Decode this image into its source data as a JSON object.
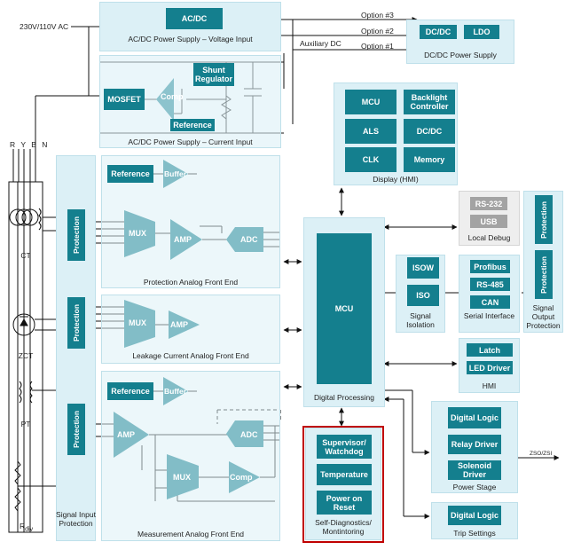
{
  "input": {
    "ac_label": "230V/110V AC"
  },
  "acdc_voltage": {
    "block": "AC/DC",
    "caption": "AC/DC Power Supply – Voltage Input"
  },
  "acdc_current": {
    "mosfet": "MOSFET",
    "comp": "Comp",
    "shunt": "Shunt Regulator",
    "reference": "Reference",
    "caption": "AC/DC Power Supply – Current Input"
  },
  "options": {
    "opt3": "Option #3",
    "opt2": "Option #2",
    "opt1": "Option #1",
    "aux": "Auxiliary DC"
  },
  "dcdc": {
    "dcdc": "DC/DC",
    "ldo": "LDO",
    "caption": "DC/DC Power Supply"
  },
  "display": {
    "mcu": "MCU",
    "backlight": "Backlight Controller",
    "als": "ALS",
    "dcdc": "DC/DC",
    "clk": "CLK",
    "memory": "Memory",
    "caption": "Display (HMI)"
  },
  "sensors": {
    "phases": "R Y B N",
    "ct": "CT",
    "zct": "ZCT",
    "pt": "PT",
    "rdiv": "R",
    "rdiv_sub": "div"
  },
  "signal_input": {
    "protection": "Protection",
    "caption": "Signal Input Protection"
  },
  "protection_afe": {
    "reference": "Reference",
    "buffer": "Buffer",
    "mux": "MUX",
    "amp": "AMP",
    "adc": "ADC",
    "caption": "Protection Analog Front End"
  },
  "leakage_afe": {
    "mux": "MUX",
    "amp": "AMP",
    "caption": "Leakage Current Analog Front End"
  },
  "measurement_afe": {
    "reference": "Reference",
    "buffer": "Buffer",
    "amp": "AMP",
    "adc": "ADC",
    "mux": "MUX",
    "comp": "Comp",
    "caption": "Measurement Analog Front End"
  },
  "digital": {
    "mcu": "MCU",
    "caption": "Digital Processing"
  },
  "diagnostics": {
    "supervisor": "Supervisor/ Watchdog",
    "temperature": "Temperature",
    "power_on_reset": "Power on Reset",
    "caption": "Self-Diagnostics/ Montintoring"
  },
  "local_debug": {
    "rs232": "RS-232",
    "usb": "USB",
    "caption": "Local Debug"
  },
  "signal_output": {
    "protection": "Protection",
    "caption": "Signal Output Protection"
  },
  "isolation": {
    "isow": "ISOW",
    "iso": "ISO",
    "caption": "Signal Isolation"
  },
  "serial": {
    "profibus": "Profibus",
    "rs485": "RS-485",
    "can": "CAN",
    "caption": "Serial Interface"
  },
  "hmi": {
    "latch": "Latch",
    "led": "LED Driver",
    "caption": "HMI"
  },
  "power_stage": {
    "digital_logic": "Digital Logic",
    "relay": "Relay Driver",
    "solenoid": "Solenoid Driver",
    "caption": "Power Stage",
    "output": "ZSO/ZSI"
  },
  "trip": {
    "digital_logic": "Digital Logic",
    "caption": "Trip Settings"
  },
  "colors": {
    "block": "#147f8e",
    "panel": "#dcf0f6",
    "alert": "#c00000"
  }
}
